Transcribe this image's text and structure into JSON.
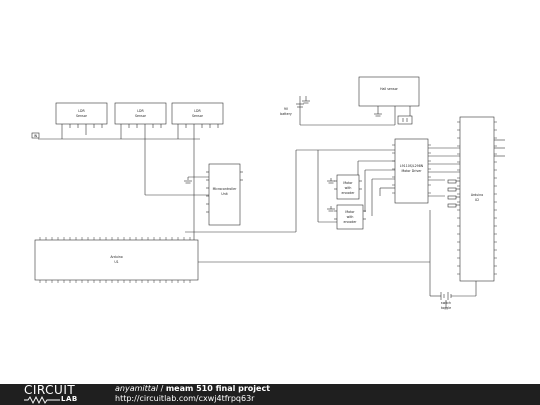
{
  "components": {
    "ldr1": {
      "line1": "LDR",
      "line2": "Sensor"
    },
    "ldr2": {
      "line1": "LDR",
      "line2": "Sensor"
    },
    "ldr3": {
      "line1": "LDR",
      "line2": "Sensor"
    },
    "microcontroller": {
      "line1": "Microcontroller",
      "line2": "Unit"
    },
    "arduino_left": {
      "line1": "Arduino",
      "line2": "U1"
    },
    "hall_sensor": {
      "line1": "Hall sensor"
    },
    "motor_controller": {
      "line1": "L9110S/L298N",
      "line2": "Motor Driver"
    },
    "motor1": {
      "line1": "Motor",
      "line2": "with",
      "line3": "encoder"
    },
    "motor2": {
      "line1": "Motor",
      "line2": "with",
      "line3": "encoder"
    },
    "arduino_right": {
      "line1": "Arduino",
      "line2": "U2"
    },
    "battery_note": {
      "line1": "9V",
      "line2": "battery"
    },
    "switch_note": {
      "line1": "switch",
      "line2": "toggle"
    },
    "in_label": {
      "text": "IN"
    }
  },
  "footer": {
    "logo_top": "CIRCUIT",
    "logo_bottom": "LAB",
    "author": "anyamittal",
    "separator": " / ",
    "title": "meam 510 final project",
    "url": "http://circuitlab.com/cxwj4tfrpq63r"
  }
}
